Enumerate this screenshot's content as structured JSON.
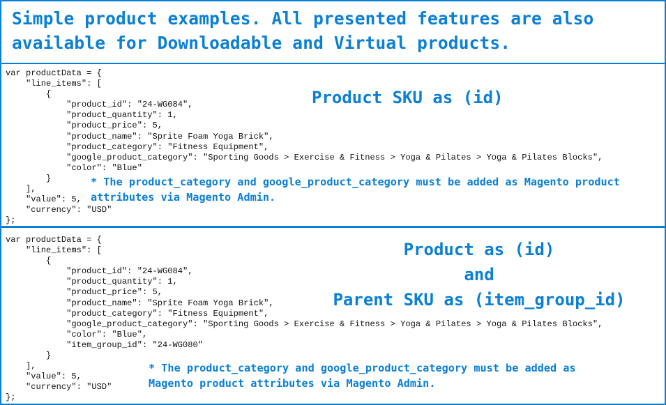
{
  "header": {
    "line1": "Simple product examples. All presented features are also",
    "line2": "available for Downloadable and Virtual products."
  },
  "example_simple": {
    "title": "Product SKU as (id)",
    "code_lines": [
      "var productData = {",
      "    \"line_items\": [",
      "        {",
      "            \"product_id\": \"24-WG084\",",
      "            \"product_quantity\": 1,",
      "            \"product_price\": 5,",
      "            \"product_name\": \"Sprite Foam Yoga Brick\",",
      "            \"product_category\": \"Fitness Equipment\",",
      "            \"google_product_category\": \"Sporting Goods > Exercise & Fitness > Yoga & Pilates > Yoga & Pilates Blocks\",",
      "            \"color\": \"Blue\"",
      "        }",
      "    ],",
      "    \"value\": 5,",
      "    \"currency\": \"USD\"",
      "};"
    ],
    "note_line1": "* The product_category and google_product_category must be added as Magento product",
    "note_line2": "attributes via Magento Admin."
  },
  "example_parent": {
    "title_line1": "Product as (id)",
    "title_line2": "and",
    "title_line3": "Parent SKU as (item_group_id)",
    "code_lines": [
      "var productData = {",
      "    \"line_items\": [",
      "        {",
      "            \"product_id\": \"24-WG084\",",
      "            \"product_quantity\": 1,",
      "            \"product_price\": 5,",
      "            \"product_name\": \"Sprite Foam Yoga Brick\",",
      "            \"product_category\": \"Fitness Equipment\",",
      "            \"google_product_category\": \"Sporting Goods > Exercise & Fitness > Yoga & Pilates > Yoga & Pilates Blocks\",",
      "            \"color\": \"Blue\",",
      "            \"item_group_id\": \"24-WG080\"",
      "        }",
      "    ],",
      "    \"value\": 5,",
      "    \"currency\": \"USD\"",
      "};"
    ],
    "note_line1": "* The product_category and google_product_category must be added as",
    "note_line2": "Magento product attributes via Magento Admin."
  },
  "colors": {
    "accent": "#0a7fd6",
    "code_text": "#111111",
    "background": "#ffffff"
  }
}
